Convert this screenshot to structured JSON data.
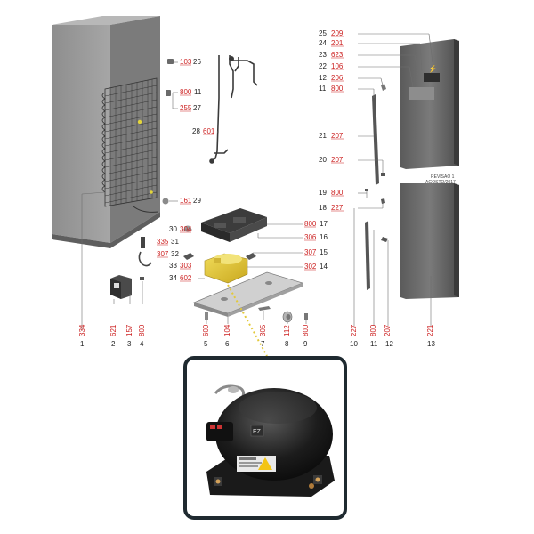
{
  "callouts": [
    {
      "item": "25",
      "code": "209"
    },
    {
      "item": "24",
      "code": "201"
    },
    {
      "item": "23",
      "code": "623"
    },
    {
      "item": "22",
      "code": "106"
    },
    {
      "item": "12",
      "code": "206"
    },
    {
      "item": "11",
      "code": "800"
    },
    {
      "item": "21",
      "code": "207"
    },
    {
      "item": "20",
      "code": "207"
    },
    {
      "item": "19",
      "code": "800"
    },
    {
      "item": "18",
      "code": "227"
    },
    {
      "item": "26",
      "code": "103"
    },
    {
      "item": "11",
      "code": "800"
    },
    {
      "item": "27",
      "code": "255"
    },
    {
      "item": "28",
      "code": "601"
    },
    {
      "item": "29",
      "code": "161"
    },
    {
      "item": "17",
      "code": "800"
    },
    {
      "item": "16",
      "code": "306"
    },
    {
      "item": "30",
      "code": "304"
    },
    {
      "item": "31",
      "code": "335"
    },
    {
      "item": "32",
      "code": "307"
    },
    {
      "item": "15",
      "code": "307"
    },
    {
      "item": "33",
      "code": "303"
    },
    {
      "item": "14",
      "code": "302"
    },
    {
      "item": "34",
      "code": "602"
    }
  ],
  "bottom_row": [
    {
      "item": "1",
      "code": "334"
    },
    {
      "item": "2",
      "code": "621"
    },
    {
      "item": "3",
      "code": "157"
    },
    {
      "item": "4",
      "code": "800"
    },
    {
      "item": "5",
      "code": "600"
    },
    {
      "item": "6",
      "code": "104"
    },
    {
      "item": "7",
      "code": "305"
    },
    {
      "item": "8",
      "code": "112"
    },
    {
      "item": "9",
      "code": "800"
    },
    {
      "item": "10",
      "code": "227"
    },
    {
      "item": "11",
      "code": "800"
    },
    {
      "item": "12",
      "code": "207"
    },
    {
      "item": "13",
      "code": "221"
    }
  ],
  "revision_note": {
    "line1": "REVISÃO 1",
    "line2": "AGOSTO/2017"
  },
  "compressor_badge": "EZ",
  "colors": {
    "label_red": "#cc1f1f",
    "label_black": "#222222",
    "zoom_frame": "#1f2a30",
    "highlight_yellow": "#e3c93a"
  }
}
